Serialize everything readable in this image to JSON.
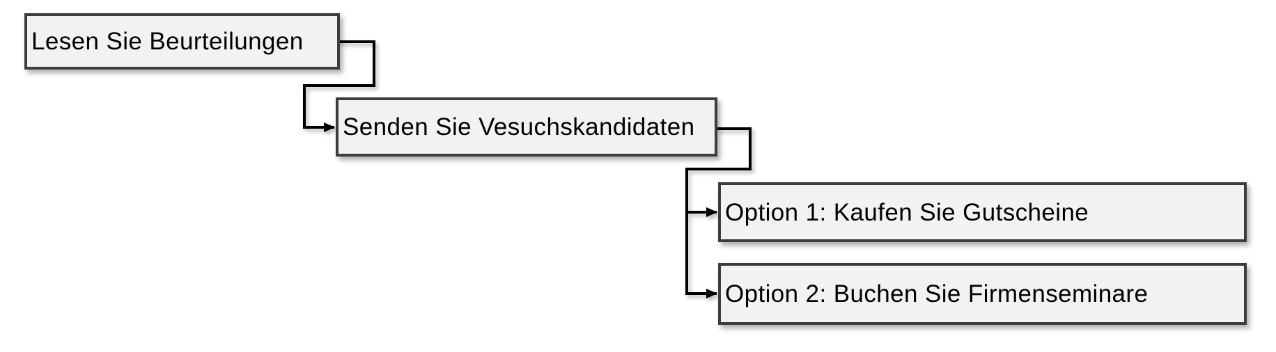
{
  "diagram": {
    "type": "flowchart",
    "nodes": [
      {
        "id": "step-1",
        "label": "Lesen Sie Beurteilungen"
      },
      {
        "id": "step-2",
        "label": "Senden Sie Vesuchskandidaten"
      },
      {
        "id": "option-1",
        "label": "Option 1: Kaufen Sie Gutscheine"
      },
      {
        "id": "option-2",
        "label": "Option 2: Buchen Sie Firmenseminare"
      }
    ],
    "edges": [
      {
        "from": "step-1",
        "to": "step-2",
        "style": "elbow-arrow"
      },
      {
        "from": "step-2",
        "to": "option-1",
        "style": "elbow-arrow"
      },
      {
        "from": "step-2",
        "to": "option-2",
        "style": "elbow-arrow"
      }
    ],
    "colors": {
      "box_fill": "#f2f2f2",
      "box_border": "#3d3d3d",
      "connector": "#000000",
      "text": "#000000",
      "background": "#ffffff"
    }
  }
}
